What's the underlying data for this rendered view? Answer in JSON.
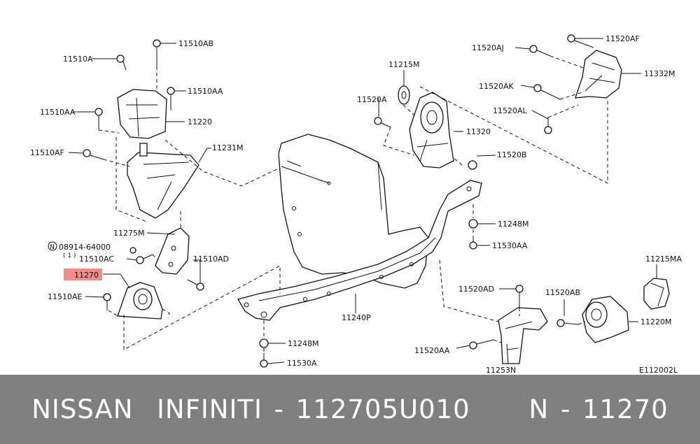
{
  "diagram": {
    "labels": {
      "p11510A": "11510A",
      "p11510AB": "11510AB",
      "p11510AA_a": "11510AA",
      "p11510AA_b": "11510AA",
      "p11220": "11220",
      "p11510AF": "11510AF",
      "p11231M": "11231M",
      "p11275M": "11275M",
      "p08914": "08914-64000",
      "p08914_qty": "( 1 )",
      "p08914_n": "N",
      "p11510AC": "11510AC",
      "p11510AD": "11510AD",
      "p11270": "11270",
      "p11510AE": "11510AE",
      "p11215M": "11215M",
      "p11520A": "11520A",
      "p11320": "11320",
      "p11520B": "11520B",
      "p11520AJ": "11520AJ",
      "p11520AF": "11520AF",
      "p11332M": "11332M",
      "p11520AK": "11520AK",
      "p11520AL": "11520AL",
      "p11248M_a": "11248M",
      "p11530AA": "11530AA",
      "p11215MA": "11215MA",
      "p11520AD": "11520AD",
      "p11520AB": "11520AB",
      "p11240P": "11240P",
      "p11220M": "11220M",
      "p11520AA": "11520AA",
      "p11253N": "11253N",
      "p11248M_b": "11248M",
      "p11530A": "11530A",
      "code": "E112002L"
    },
    "highlight_color": "#f28b8b"
  },
  "banner": {
    "text": "NISSAN  INFINITI - 112705U010     N - 11270",
    "background": "#7f7f7f",
    "color": "#ffffff"
  }
}
